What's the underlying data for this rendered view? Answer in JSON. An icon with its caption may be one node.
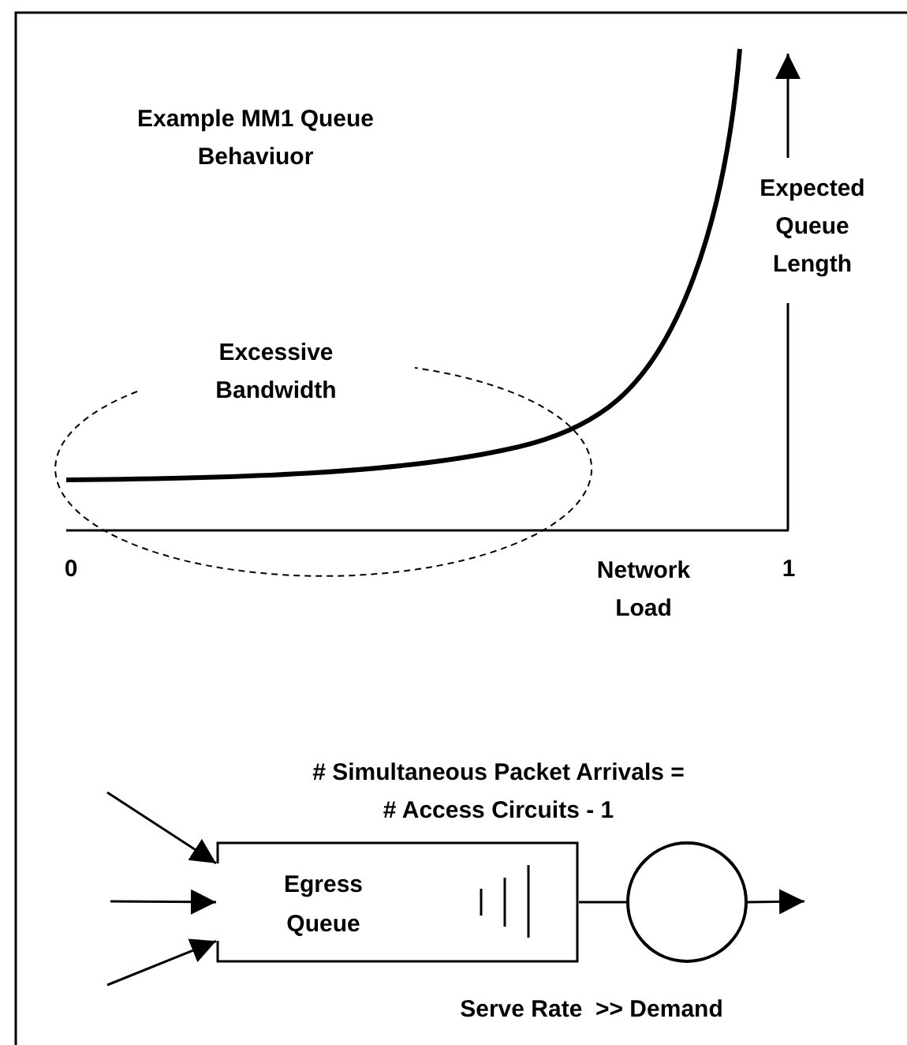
{
  "diagram": {
    "nodes": [
      {
        "text": [
          "Egress Queue"
        ]
      },
      {
        "text": [],
        "shape": "circle"
      }
    ],
    "edges": [
      {
        "from": null,
        "to": 0,
        "arrow": "to"
      },
      {
        "from": null,
        "to": 0,
        "arrow": "to"
      },
      {
        "from": null,
        "to": 0,
        "arrow": "to"
      },
      {
        "from": 0,
        "to": 1,
        "arrow": "none"
      },
      {
        "from": 1,
        "to": null,
        "arrow": "to"
      }
    ],
    "labels": [
      "Example MM1 Queue Behaviuor",
      "Expected Queue Length",
      "Excessive Bandwidth",
      "0",
      "Network Load",
      "1",
      "# Simultaneous Packet Arrivals = # Access Circuits - 1",
      "Serve Rate  >> Demand"
    ]
  }
}
